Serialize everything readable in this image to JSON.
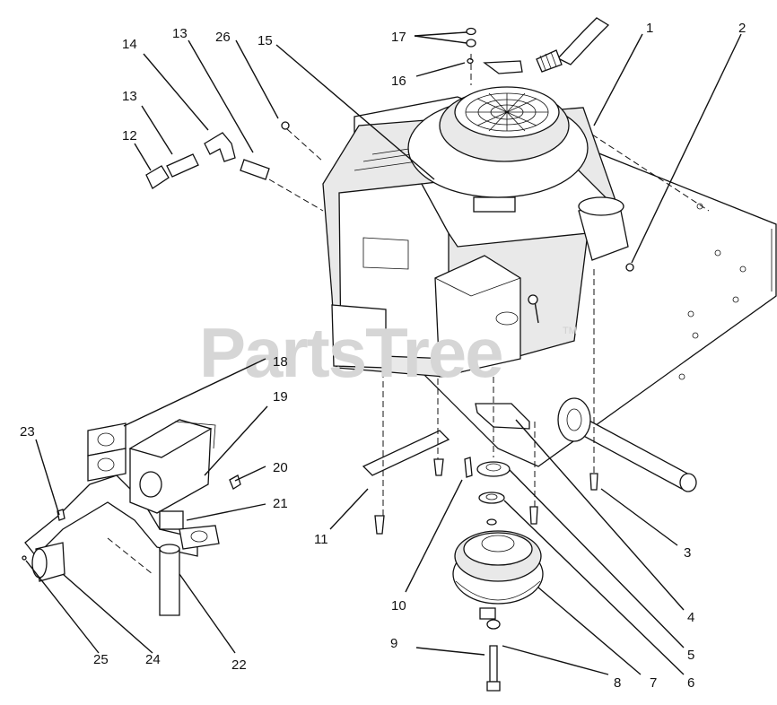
{
  "diagram": {
    "watermark": "PartsTree",
    "watermark_mark": "TM",
    "callouts": [
      {
        "id": "c1",
        "text": "1"
      },
      {
        "id": "c2",
        "text": "2"
      },
      {
        "id": "c3",
        "text": "3"
      },
      {
        "id": "c4",
        "text": "4"
      },
      {
        "id": "c5",
        "text": "5"
      },
      {
        "id": "c6",
        "text": "6"
      },
      {
        "id": "c7",
        "text": "7"
      },
      {
        "id": "c8",
        "text": "8"
      },
      {
        "id": "c9",
        "text": "9"
      },
      {
        "id": "c10",
        "text": "10"
      },
      {
        "id": "c11",
        "text": "11"
      },
      {
        "id": "c12",
        "text": "12"
      },
      {
        "id": "c13a",
        "text": "13"
      },
      {
        "id": "c13b",
        "text": "13"
      },
      {
        "id": "c14",
        "text": "14"
      },
      {
        "id": "c15",
        "text": "15"
      },
      {
        "id": "c16",
        "text": "16"
      },
      {
        "id": "c17",
        "text": "17"
      },
      {
        "id": "c18",
        "text": "18"
      },
      {
        "id": "c19",
        "text": "19"
      },
      {
        "id": "c20",
        "text": "20"
      },
      {
        "id": "c21",
        "text": "21"
      },
      {
        "id": "c22",
        "text": "22"
      },
      {
        "id": "c23",
        "text": "23"
      },
      {
        "id": "c24",
        "text": "24"
      },
      {
        "id": "c25",
        "text": "25"
      },
      {
        "id": "c26",
        "text": "26"
      }
    ]
  }
}
